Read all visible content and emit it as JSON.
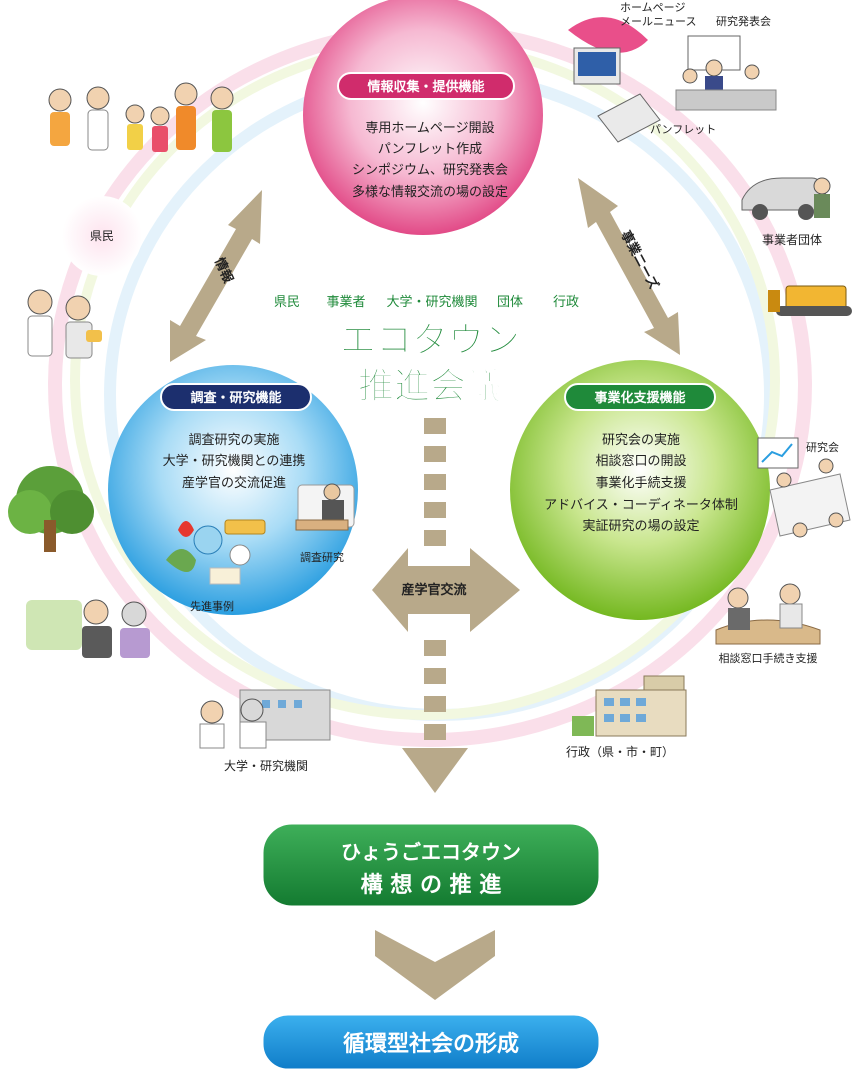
{
  "colors": {
    "pink": "#e64c8a",
    "blue": "#2a9ee0",
    "green": "#7bbf2a",
    "darkgreen": "#1f8a3a",
    "navy": "#1c2f6e",
    "arrow": "#b8a98a"
  },
  "center": {
    "members": [
      "県民",
      "事業者",
      "大学・研究機関",
      "団体",
      "行政"
    ],
    "title_line1": "エコタウン",
    "title_line2": "推進会議"
  },
  "functions": {
    "info": {
      "title": "情報収集・提供機能",
      "items": [
        "専用ホームページ開設",
        "パンフレット作成",
        "シンポジウム、研究発表会",
        "多様な情報交流の場の設定"
      ]
    },
    "research": {
      "title": "調査・研究機能",
      "items": [
        "調査研究の実施",
        "大学・研究機関との連携",
        "産学官の交流促進"
      ],
      "caption_survey": "調査研究",
      "caption_cases": "先進事例"
    },
    "support": {
      "title": "事業化支援機能",
      "items": [
        "研究会の実施",
        "相談窓口の開設",
        "事業化手続支援",
        "アドバイス・コーディネータ体制",
        "実証研究の場の設定"
      ]
    }
  },
  "arrows": {
    "left": "情報",
    "right": "事業ニーズ",
    "bottom": "産学官交流"
  },
  "stakeholders": {
    "kenmin": "県民",
    "homepage": "ホームページ",
    "mailnews": "メールニュース",
    "conference": "研究発表会",
    "pamphlet": "パンフレット",
    "business_group": "事業者団体",
    "study_group": "研究会",
    "consultation": "相談窓口手続き支援",
    "government": "行政（県・市・町）",
    "university": "大学・研究機関"
  },
  "outcomes": {
    "promotion_line1": "ひょうごエコタウン",
    "promotion_line2": "構 想 の 推 進",
    "society": "循環型社会の形成"
  }
}
